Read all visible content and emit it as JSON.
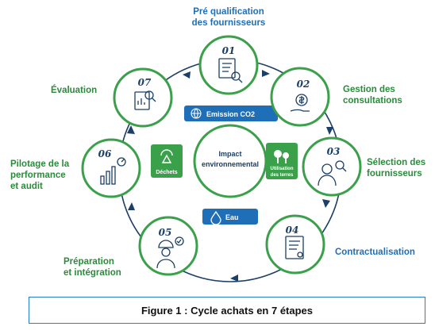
{
  "center": {
    "line1": "Impact",
    "line2": "environnemental"
  },
  "impacts": [
    {
      "id": "co2",
      "label": "Emission CO2"
    },
    {
      "id": "dechets",
      "label": "Déchets"
    },
    {
      "id": "terres",
      "line1": "Utilisation",
      "line2": "des terres"
    },
    {
      "id": "eau",
      "label": "Eau"
    }
  ],
  "steps": [
    {
      "num": "01",
      "line1": "Pré qualification",
      "line2": "des fournisseurs",
      "icon": "document-search-icon"
    },
    {
      "num": "02",
      "line1": "Gestion des",
      "line2": "consultations",
      "icon": "money-hand-icon"
    },
    {
      "num": "03",
      "line1": "Sélection des",
      "line2": "fournisseurs",
      "icon": "person-search-icon"
    },
    {
      "num": "04",
      "line1": "Contractualisation",
      "line2": "",
      "icon": "contract-icon"
    },
    {
      "num": "05",
      "line1": "Préparation",
      "line2": "et intégration",
      "icon": "worker-check-icon"
    },
    {
      "num": "06",
      "line1": "Pilotage de la",
      "line2": "performance",
      "line3": "et audit",
      "icon": "growth-chart-icon"
    },
    {
      "num": "07",
      "line1": "Évaluation",
      "line2": "",
      "icon": "report-search-icon"
    }
  ],
  "caption": "Figure 1 : Cycle achats en 7 étapes",
  "colors": {
    "green": "#3aa04a",
    "blue": "#1f6fb8",
    "navy": "#1b3f66",
    "teal": "#2a7cc7"
  }
}
